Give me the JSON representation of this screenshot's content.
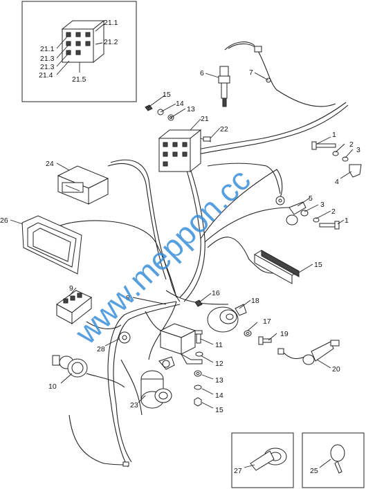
{
  "watermark": "www.meppon.cc",
  "callouts": {
    "c1a": "1",
    "c1b": "1",
    "c2a": "2",
    "c2b": "2",
    "c3a": "3",
    "c3b": "3",
    "c4": "4",
    "c5": "5",
    "c6": "6",
    "c7": "7",
    "c8": "8",
    "c9": "9",
    "c10": "10",
    "c11": "11",
    "c12": "12",
    "c13a": "13",
    "c13b": "13",
    "c14a": "14",
    "c14b": "14",
    "c15a": "15",
    "c15b": "15",
    "c15c": "15",
    "c16": "16",
    "c17": "17",
    "c18": "18",
    "c19": "19",
    "c20": "20",
    "c21": "21",
    "c21_1a": "21.1",
    "c21_1b": "21.1",
    "c21_2": "21.2",
    "c21_3a": "21.3",
    "c21_3b": "21.3",
    "c21_4": "21.4",
    "c21_5": "21.5",
    "c22": "22",
    "c23": "23",
    "c24": "24",
    "c25": "25",
    "c26": "26",
    "c27": "27",
    "c28": "28"
  }
}
